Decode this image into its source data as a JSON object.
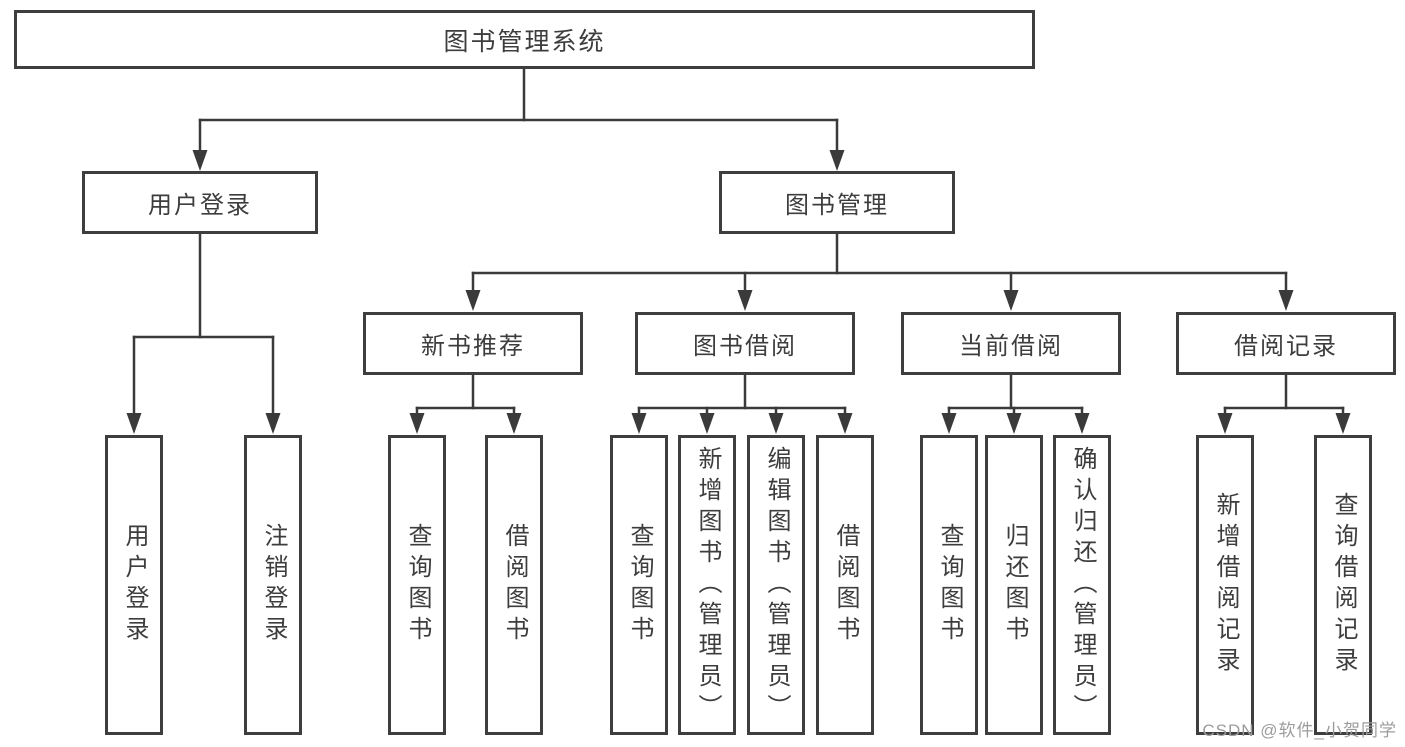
{
  "root_label": "图书管理系统",
  "branches": {
    "user_login": {
      "label": "用户登录",
      "children": [
        "用户登录",
        "注销登录"
      ]
    },
    "book_mgmt": {
      "label": "图书管理",
      "groups": [
        {
          "label": "新书推荐",
          "children": [
            "查询图书",
            "借阅图书"
          ]
        },
        {
          "label": "图书借阅",
          "children": [
            "查询图书",
            "新增图书（管理员）",
            "编辑图书（管理员）",
            "借阅图书"
          ]
        },
        {
          "label": "当前借阅",
          "children": [
            "查询图书",
            "归还图书",
            "确认归还（管理员）"
          ]
        },
        {
          "label": "借阅记录",
          "children": [
            "新增借阅记录",
            "查询借阅记录"
          ]
        }
      ]
    }
  },
  "watermark": "CSDN @软件_小贺同学",
  "colors": {
    "line": "#3a3a3a",
    "border": "#3e3e3e",
    "text": "#3d3d3d",
    "watermark": "#9c9c9c",
    "background": "#ffffff"
  }
}
